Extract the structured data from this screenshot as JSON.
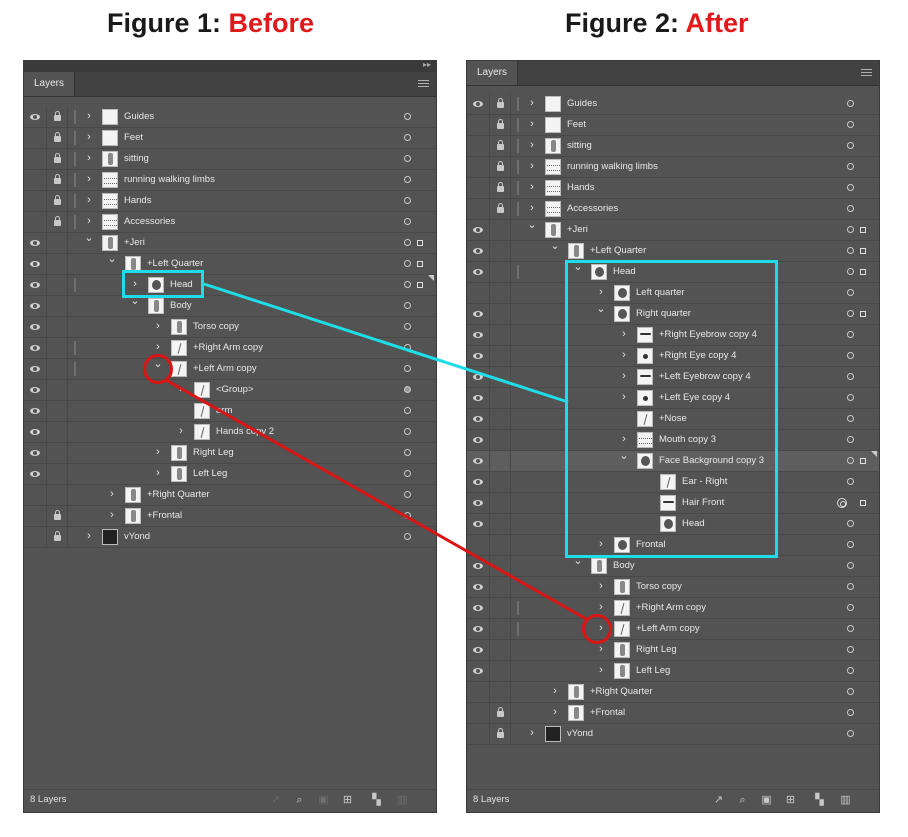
{
  "figure1": {
    "title_prefix": "Figure 1: ",
    "title_accent": "Before",
    "panel": {
      "tab": "Layers",
      "footer_count": "8 Layers",
      "rows": [
        {
          "label": "Guides",
          "indent": 0,
          "chev": "right",
          "eye": true,
          "lock": true,
          "thumb": "blank",
          "bar": true
        },
        {
          "label": "Feet",
          "indent": 0,
          "chev": "right",
          "eye": false,
          "lock": true,
          "thumb": "blank",
          "bar": true
        },
        {
          "label": "sitting",
          "indent": 0,
          "chev": "right",
          "eye": false,
          "lock": true,
          "thumb": "figure",
          "bar": true
        },
        {
          "label": "running walking limbs",
          "indent": 0,
          "chev": "right",
          "eye": false,
          "lock": true,
          "thumb": "wide",
          "bar": true
        },
        {
          "label": "Hands",
          "indent": 0,
          "chev": "right",
          "eye": false,
          "lock": true,
          "thumb": "wide",
          "bar": true
        },
        {
          "label": "Accessories",
          "indent": 0,
          "chev": "right",
          "eye": false,
          "lock": true,
          "thumb": "wide",
          "bar": true
        },
        {
          "label": "+Jeri",
          "indent": 0,
          "chev": "down",
          "eye": true,
          "lock": false,
          "thumb": "figure",
          "bar": false,
          "sel": true
        },
        {
          "label": "+Left Quarter",
          "indent": 1,
          "chev": "down",
          "eye": true,
          "lock": false,
          "thumb": "figure",
          "bar": false,
          "sel": true
        },
        {
          "label": "Head",
          "indent": 2,
          "chev": "right",
          "eye": true,
          "lock": false,
          "thumb": "face",
          "bar": true,
          "sel": true,
          "tri": true
        },
        {
          "label": "Body",
          "indent": 2,
          "chev": "down",
          "eye": true,
          "lock": false,
          "thumb": "figure",
          "bar": false
        },
        {
          "label": "Torso copy",
          "indent": 3,
          "chev": "right",
          "eye": true,
          "lock": false,
          "thumb": "figure",
          "bar": false
        },
        {
          "label": "+Right Arm copy",
          "indent": 3,
          "chev": "right",
          "eye": true,
          "lock": false,
          "thumb": "line",
          "bar": true
        },
        {
          "label": "+Left Arm copy",
          "indent": 3,
          "chev": "down",
          "eye": true,
          "lock": false,
          "thumb": "line",
          "bar": true
        },
        {
          "label": "<Group>",
          "indent": 4,
          "chev": "right",
          "eye": true,
          "lock": false,
          "thumb": "line",
          "bar": false,
          "filled": true
        },
        {
          "label": "arm",
          "indent": 4,
          "chev": "",
          "eye": true,
          "lock": false,
          "thumb": "line",
          "bar": false
        },
        {
          "label": "Hands copy 2",
          "indent": 4,
          "chev": "right",
          "eye": true,
          "lock": false,
          "thumb": "line",
          "bar": false
        },
        {
          "label": "Right Leg",
          "indent": 3,
          "chev": "right",
          "eye": true,
          "lock": false,
          "thumb": "figure",
          "bar": false
        },
        {
          "label": "Left Leg",
          "indent": 3,
          "chev": "right",
          "eye": true,
          "lock": false,
          "thumb": "figure",
          "bar": false
        },
        {
          "label": "+Right Quarter",
          "indent": 1,
          "chev": "right",
          "eye": false,
          "lock": false,
          "thumb": "figure",
          "bar": false
        },
        {
          "label": "+Frontal",
          "indent": 1,
          "chev": "right",
          "eye": false,
          "lock": true,
          "thumb": "figure",
          "bar": false
        },
        {
          "label": "vYond",
          "indent": 0,
          "chev": "right",
          "eye": false,
          "lock": true,
          "thumb": "logo",
          "bar": false
        }
      ]
    }
  },
  "figure2": {
    "title_prefix": "Figure 2: ",
    "title_accent": "After",
    "panel": {
      "tab": "Layers",
      "footer_count": "8 Layers",
      "rows": [
        {
          "label": "Guides",
          "indent": 0,
          "chev": "right",
          "eye": true,
          "lock": true,
          "thumb": "blank",
          "bar": true
        },
        {
          "label": "Feet",
          "indent": 0,
          "chev": "right",
          "eye": false,
          "lock": true,
          "thumb": "blank",
          "bar": true
        },
        {
          "label": "sitting",
          "indent": 0,
          "chev": "right",
          "eye": false,
          "lock": true,
          "thumb": "figure",
          "bar": true
        },
        {
          "label": "running walking limbs",
          "indent": 0,
          "chev": "right",
          "eye": false,
          "lock": true,
          "thumb": "wide",
          "bar": true
        },
        {
          "label": "Hands",
          "indent": 0,
          "chev": "right",
          "eye": false,
          "lock": true,
          "thumb": "wide",
          "bar": true
        },
        {
          "label": "Accessories",
          "indent": 0,
          "chev": "right",
          "eye": false,
          "lock": true,
          "thumb": "wide",
          "bar": true
        },
        {
          "label": "+Jeri",
          "indent": 0,
          "chev": "down",
          "eye": true,
          "lock": false,
          "thumb": "figure",
          "bar": false,
          "sel": true
        },
        {
          "label": "+Left Quarter",
          "indent": 1,
          "chev": "down",
          "eye": true,
          "lock": false,
          "thumb": "figure",
          "bar": false,
          "sel": true
        },
        {
          "label": "Head",
          "indent": 2,
          "chev": "down",
          "eye": true,
          "lock": false,
          "thumb": "face",
          "bar": true,
          "sel": true
        },
        {
          "label": "Left quarter",
          "indent": 3,
          "chev": "right",
          "eye": false,
          "lock": false,
          "thumb": "face",
          "bar": false
        },
        {
          "label": "Right quarter",
          "indent": 3,
          "chev": "down",
          "eye": true,
          "lock": false,
          "thumb": "face",
          "bar": false,
          "sel": true
        },
        {
          "label": "+Right Eyebrow copy 4",
          "indent": 4,
          "chev": "right",
          "eye": true,
          "lock": false,
          "thumb": "brow",
          "bar": false
        },
        {
          "label": "+Right Eye copy 4",
          "indent": 4,
          "chev": "right",
          "eye": true,
          "lock": false,
          "thumb": "dot",
          "bar": false
        },
        {
          "label": "+Left Eyebrow copy 4",
          "indent": 4,
          "chev": "right",
          "eye": true,
          "lock": false,
          "thumb": "brow",
          "bar": false
        },
        {
          "label": "+Left Eye copy 4",
          "indent": 4,
          "chev": "right",
          "eye": true,
          "lock": false,
          "thumb": "dot",
          "bar": false
        },
        {
          "label": "+Nose",
          "indent": 4,
          "chev": "",
          "eye": true,
          "lock": false,
          "thumb": "line",
          "bar": false
        },
        {
          "label": "Mouth copy 3",
          "indent": 4,
          "chev": "right",
          "eye": true,
          "lock": false,
          "thumb": "wide",
          "bar": false
        },
        {
          "label": "Face Background copy 3",
          "indent": 4,
          "chev": "down",
          "eye": true,
          "lock": false,
          "thumb": "face",
          "bar": false,
          "sel": true,
          "tri": true,
          "hl": true
        },
        {
          "label": "Ear - Right",
          "indent": 5,
          "chev": "",
          "eye": true,
          "lock": false,
          "thumb": "line",
          "bar": false
        },
        {
          "label": "Hair Front",
          "indent": 5,
          "chev": "",
          "eye": true,
          "lock": false,
          "thumb": "brow",
          "bar": false,
          "double": true,
          "sel": true
        },
        {
          "label": "Head",
          "indent": 5,
          "chev": "",
          "eye": true,
          "lock": false,
          "thumb": "face",
          "bar": false
        },
        {
          "label": "Frontal",
          "indent": 3,
          "chev": "right",
          "eye": false,
          "lock": false,
          "thumb": "face",
          "bar": false
        },
        {
          "label": "Body",
          "indent": 2,
          "chev": "down",
          "eye": true,
          "lock": false,
          "thumb": "figure",
          "bar": false
        },
        {
          "label": "Torso copy",
          "indent": 3,
          "chev": "right",
          "eye": true,
          "lock": false,
          "thumb": "figure",
          "bar": false
        },
        {
          "label": "+Right Arm copy",
          "indent": 3,
          "chev": "right",
          "eye": true,
          "lock": false,
          "thumb": "line",
          "bar": true
        },
        {
          "label": "+Left Arm copy",
          "indent": 3,
          "chev": "right",
          "eye": true,
          "lock": false,
          "thumb": "line",
          "bar": true
        },
        {
          "label": "Right Leg",
          "indent": 3,
          "chev": "right",
          "eye": true,
          "lock": false,
          "thumb": "figure",
          "bar": false
        },
        {
          "label": "Left Leg",
          "indent": 3,
          "chev": "right",
          "eye": true,
          "lock": false,
          "thumb": "figure",
          "bar": false
        },
        {
          "label": "+Right Quarter",
          "indent": 1,
          "chev": "right",
          "eye": false,
          "lock": false,
          "thumb": "figure",
          "bar": false
        },
        {
          "label": "+Frontal",
          "indent": 1,
          "chev": "right",
          "eye": false,
          "lock": true,
          "thumb": "figure",
          "bar": false
        },
        {
          "label": "vYond",
          "indent": 0,
          "chev": "right",
          "eye": false,
          "lock": true,
          "thumb": "logo",
          "bar": false
        }
      ]
    }
  },
  "annotations": {
    "highlight_color": "#1fdde6",
    "circle_color": "#d91515"
  },
  "footer_icons": [
    "export-icon",
    "search-icon",
    "clipping-mask-icon",
    "sublayer-icon",
    "new-layer-icon",
    "trash-icon"
  ]
}
